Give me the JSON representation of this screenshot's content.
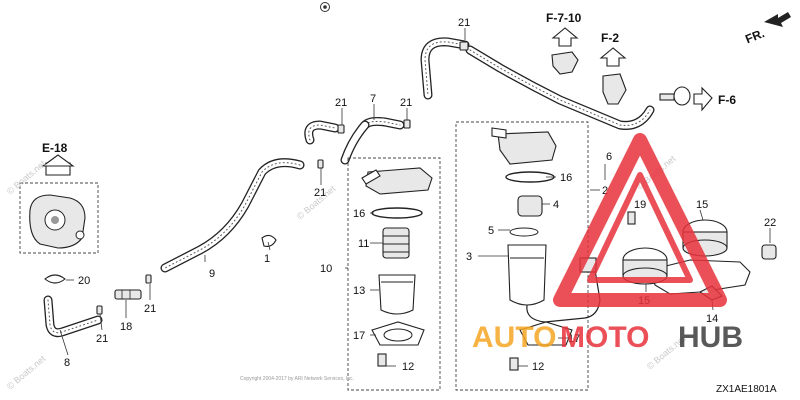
{
  "callouts": {
    "c1": "1",
    "c2": "2",
    "c3": "3",
    "c4": "4",
    "c5": "5",
    "c6": "6",
    "c7": "7",
    "c8": "8",
    "c9": "9",
    "c10": "10",
    "c11": "11",
    "c12a": "12",
    "c12b": "12",
    "c13": "13",
    "c14": "14",
    "c15a": "15",
    "c15b": "15",
    "c16a": "16",
    "c16b": "16",
    "c17a": "17",
    "c17b": "17",
    "c18": "18",
    "c19": "19",
    "c20": "20",
    "c21a": "21",
    "c21b": "21",
    "c21c": "21",
    "c21d": "21",
    "c21e": "21",
    "c21f": "21",
    "c22": "22"
  },
  "refs": {
    "e18": "E-18",
    "f710": "F-7-10",
    "f2": "F-2",
    "f6": "F-6",
    "fr": "FR."
  },
  "diagram_code": "ZX1AE1801A",
  "copyright": "Copyright 2004-2017 by ARI Network Services, Inc.",
  "watermarks": {
    "boats_left": "© Boats.net",
    "boats_mid": "© Boats.net",
    "boats_bottom": "© Boats.net",
    "boats_right": "© Boats.net",
    "boats_bl": "© Boats.net"
  },
  "logo": {
    "text_a": "AUTO",
    "text_b": "MOTO",
    "text_c": "HUB",
    "color_orange": "#f5a623",
    "color_red": "#e8323c",
    "color_dark": "#3d3d3d"
  }
}
